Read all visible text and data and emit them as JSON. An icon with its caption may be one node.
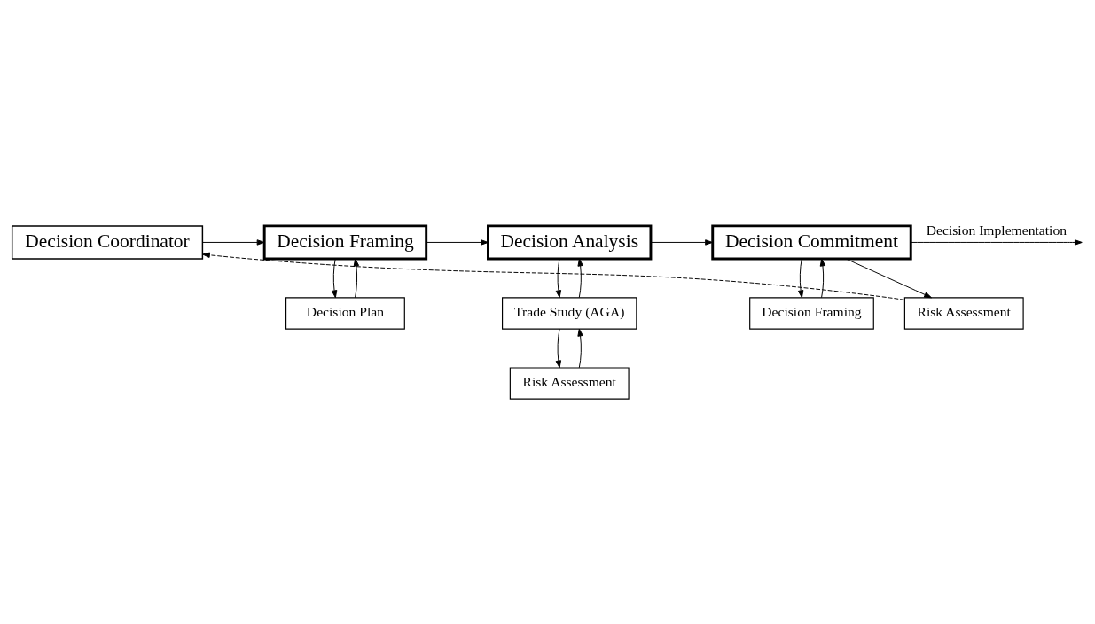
{
  "diagram": {
    "nodes": [
      {
        "text": [
          "Decision Coordinator"
        ]
      },
      {
        "text": [
          "Decision Framing"
        ]
      },
      {
        "text": [
          "Decision Analysis"
        ]
      },
      {
        "text": [
          "Decision Commitment"
        ]
      },
      {
        "text": [
          "Decision Plan"
        ]
      },
      {
        "text": [
          "Trade Study (AGA)"
        ]
      },
      {
        "text": [
          "Decision Framing"
        ]
      },
      {
        "text": [
          "Risk Assessment"
        ]
      },
      {
        "text": [
          "Risk Assessment"
        ]
      }
    ],
    "edges": [
      {
        "from": 0,
        "to": 1,
        "arrow": "to"
      },
      {
        "from": 1,
        "to": 2,
        "arrow": "to"
      },
      {
        "from": 2,
        "to": 3,
        "arrow": "to"
      },
      {
        "from": 3,
        "to": null,
        "arrow": "to",
        "label": "Decision Implementation"
      },
      {
        "from": 3,
        "to": 8,
        "arrow": "to"
      },
      {
        "from": 1,
        "to": 4,
        "arrow": "to"
      },
      {
        "from": 4,
        "to": 1,
        "arrow": "to"
      },
      {
        "from": 2,
        "to": 5,
        "arrow": "to"
      },
      {
        "from": 5,
        "to": 2,
        "arrow": "to"
      },
      {
        "from": 3,
        "to": 6,
        "arrow": "to"
      },
      {
        "from": 6,
        "to": 3,
        "arrow": "to"
      },
      {
        "from": 5,
        "to": 7,
        "arrow": "to"
      },
      {
        "from": 7,
        "to": 5,
        "arrow": "to"
      },
      {
        "from": 8,
        "to": 0,
        "arrow": "to",
        "style": "dashed"
      }
    ]
  }
}
